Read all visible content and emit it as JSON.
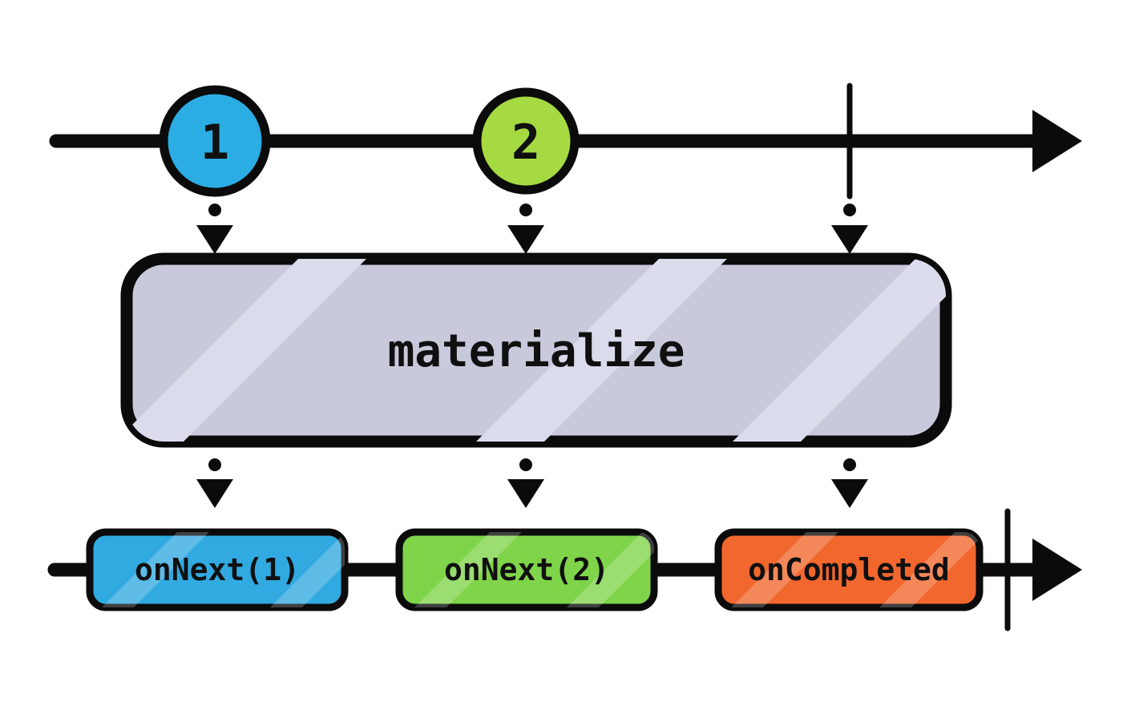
{
  "diagram": {
    "kind": "rx-marble-diagram",
    "operator_box": {
      "label": "materialize",
      "fill": "#c8cadc",
      "stripe": "#dadcec"
    },
    "input_timeline": {
      "events": [
        {
          "type": "next",
          "label": "1",
          "fill": "#2bade4"
        },
        {
          "type": "next",
          "label": "2",
          "fill": "#a5da42"
        },
        {
          "type": "complete"
        }
      ]
    },
    "output_timeline": {
      "events": [
        {
          "type": "notification",
          "label": "onNext(1)",
          "fill": "#31a9e1"
        },
        {
          "type": "notification",
          "label": "onNext(2)",
          "fill": "#7fd44a"
        },
        {
          "type": "notification",
          "label": "onCompleted",
          "fill": "#f1672e"
        },
        {
          "type": "complete"
        }
      ]
    },
    "colors": {
      "outline": "#0b0b0b",
      "arrow": "#0b0b0b"
    }
  }
}
